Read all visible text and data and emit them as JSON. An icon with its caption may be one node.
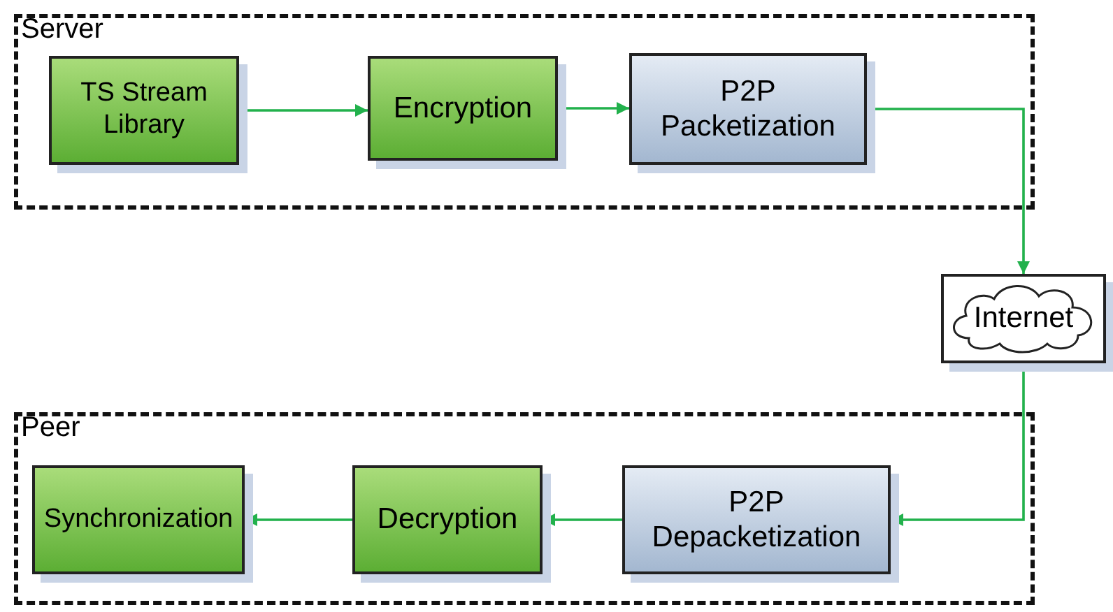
{
  "diagram": {
    "nodes": [
      {
        "text": [
          "Server"
        ]
      },
      {
        "text": [
          "TS Stream Library"
        ],
        "in": 0
      },
      {
        "text": [
          "Encryption"
        ],
        "in": 0
      },
      {
        "text": [
          "P2P Packetization"
        ],
        "in": 0
      },
      {
        "text": [
          "Internet"
        ]
      },
      {
        "text": [
          "Peer"
        ]
      },
      {
        "text": [
          "Synchronization"
        ],
        "in": 5
      },
      {
        "text": [
          "Decryption"
        ],
        "in": 5
      },
      {
        "text": [
          "P2P Depacketization"
        ],
        "in": 5
      }
    ],
    "edges": [
      {
        "from": 1,
        "to": 2,
        "arrow": "to"
      },
      {
        "from": 2,
        "to": 3,
        "arrow": "to"
      },
      {
        "from": 3,
        "to": 4,
        "arrow": "to"
      },
      {
        "from": 4,
        "to": 8,
        "arrow": "to"
      },
      {
        "from": 8,
        "to": 7,
        "arrow": "to"
      },
      {
        "from": 7,
        "to": 6,
        "arrow": "to"
      }
    ]
  }
}
